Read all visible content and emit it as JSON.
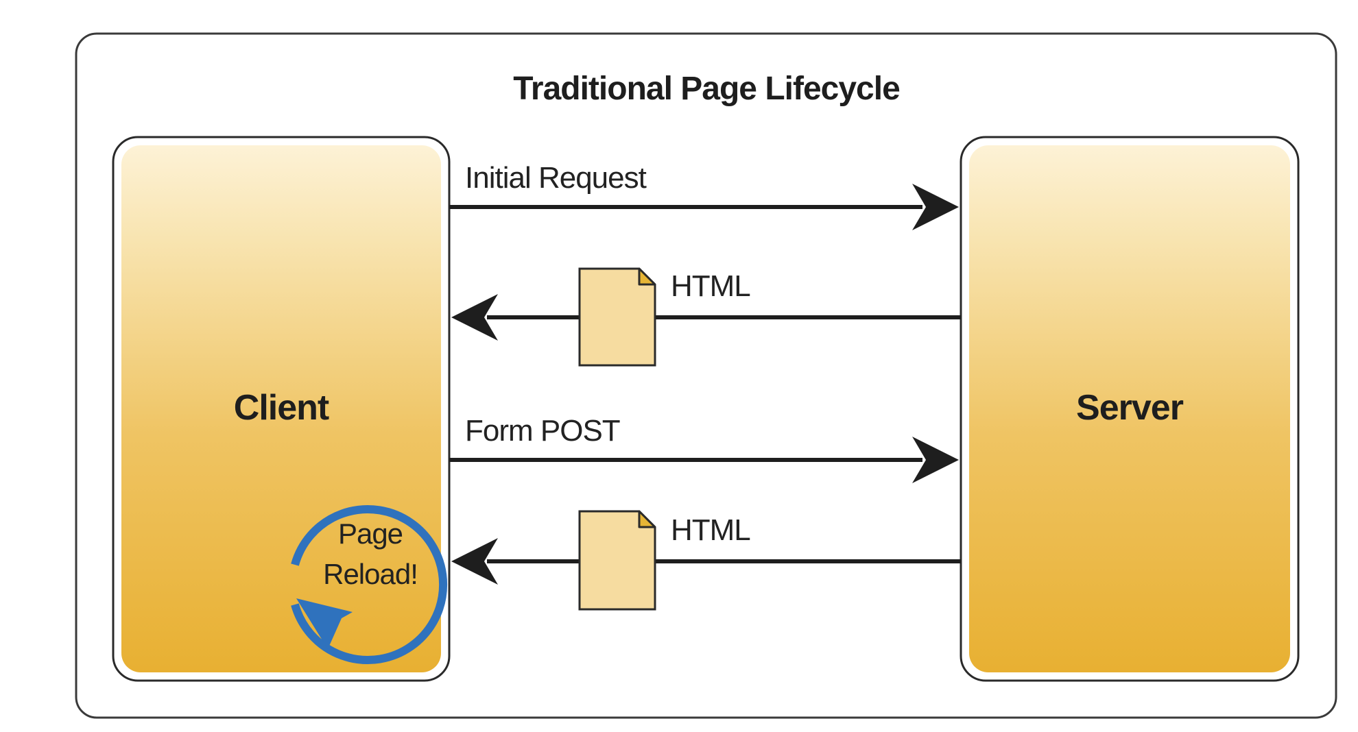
{
  "title": "Traditional Page Lifecycle",
  "client": {
    "label": "Client",
    "reload_line1": "Page",
    "reload_line2": "Reload!"
  },
  "server": {
    "label": "Server"
  },
  "arrows": [
    {
      "label": "Initial Request",
      "direction": "client-to-server",
      "document_icon": false
    },
    {
      "label": "HTML",
      "direction": "server-to-client",
      "document_icon": true
    },
    {
      "label": "Form POST",
      "direction": "client-to-server",
      "document_icon": false
    },
    {
      "label": "HTML",
      "direction": "server-to-client",
      "document_icon": true
    }
  ],
  "colors": {
    "box_top": "#fdf2d6",
    "box_bottom": "#e8b23a",
    "document_fill": "#f6dca0",
    "reload_arrow": "#2f72bd",
    "line": "#1e1e1e"
  }
}
